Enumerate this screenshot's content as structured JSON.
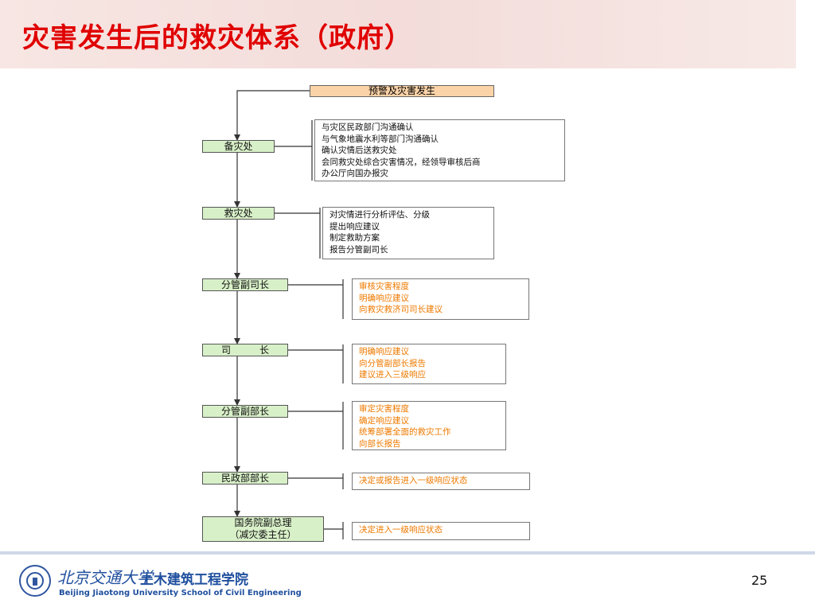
{
  "title": "灾害发生后的救灾体系（政府）",
  "flow": {
    "start": "预警及灾害发生",
    "nodes": [
      {
        "label": "备灾处",
        "notes": [
          "与灾区民政部门沟通确认",
          "与气象地震水利等部门沟通确认",
          "确认灾情后送救灾处",
          "会同救灾处综合灾害情况，经领导审核后商",
          "办公厅向国办报灾"
        ]
      },
      {
        "label": "救灾处",
        "notes": [
          "对灾情进行分析评估、分级",
          "提出响应建议",
          "制定救助方案",
          "报告分管副司长"
        ]
      },
      {
        "label": "分管副司长",
        "notes": [
          "审核灾害程度",
          "明确响应建议",
          "向救灾救济司司长建议"
        ]
      },
      {
        "label": "司　　　长",
        "notes": [
          "明确响应建议",
          "向分管副部长报告",
          "建议进入三级响应"
        ]
      },
      {
        "label": "分管副部长",
        "notes": [
          "审定灾害程度",
          "确定响应建议",
          "统筹部署全面的救灾工作",
          "向部长报告"
        ]
      },
      {
        "label": "民政部部长",
        "notes": [
          "决定或报告进入一级响应状态"
        ]
      },
      {
        "label": "国务院副总理",
        "label2": "（减灾委主任）",
        "notes": [
          "决定进入一级响应状态"
        ]
      }
    ]
  },
  "footer": {
    "university_cn": "北京交通大学",
    "school_cn": "土木建筑工程学院",
    "university_en": "Beijing Jiaotong University School of Civil Engineering",
    "page_number": "25"
  },
  "colors": {
    "title": "#e00000",
    "node_fill": "#d8f0c8",
    "start_fill": "#fbd3a8",
    "note_orange": "#ee7a00"
  }
}
